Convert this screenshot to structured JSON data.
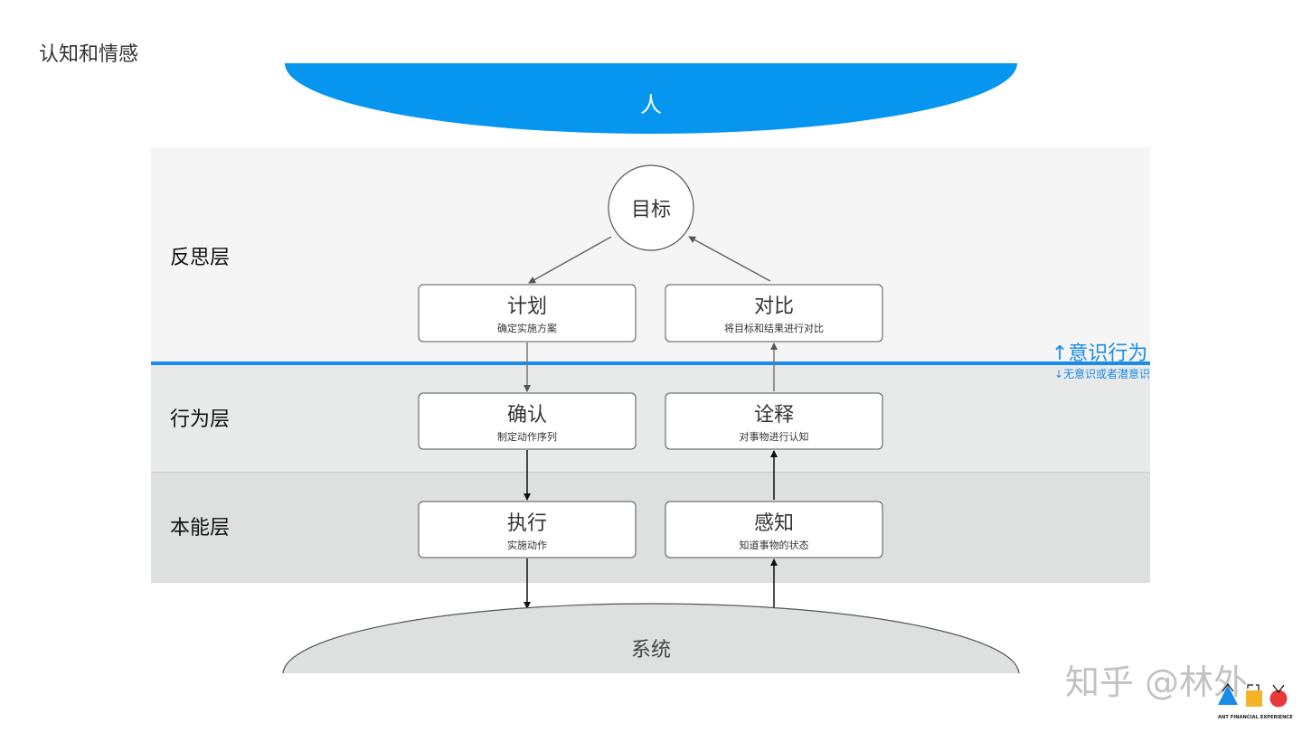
{
  "title": "认知和情感",
  "top_node": "人",
  "bottom_node": "系统",
  "layers": {
    "reflective": "反思层",
    "behavioral": "行为层",
    "visceral": "本能层"
  },
  "goal": "目标",
  "boxes": {
    "plan": {
      "title": "计划",
      "subtitle": "确定实施方案"
    },
    "compare": {
      "title": "对比",
      "subtitle": "将目标和结果进行对比"
    },
    "specify": {
      "title": "确认",
      "subtitle": "制定动作序列"
    },
    "interpret": {
      "title": "诠释",
      "subtitle": "对事物进行认知"
    },
    "perform": {
      "title": "执行",
      "subtitle": "实施动作"
    },
    "perceive": {
      "title": "感知",
      "subtitle": "知道事物的状态"
    }
  },
  "divider": {
    "above": "↑意识行为",
    "below": "↓无意识或者潜意识"
  },
  "watermark": "知乎 @林外",
  "logo_text": "ANT FINANCIAL EXPERIENCE",
  "colors": {
    "accent_blue": "#0696f0",
    "line_blue": "#1a8ce8",
    "reflective_bg": "#f5f5f5",
    "behavioral_bg": "#e8e9e9",
    "visceral_bg": "#dedfdf"
  }
}
